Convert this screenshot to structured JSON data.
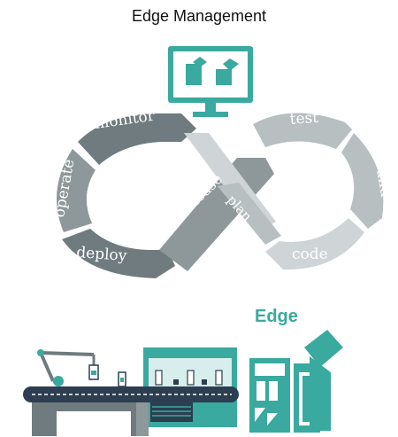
{
  "title": "Edge Management",
  "cycle": {
    "stages": [
      "monitor",
      "operate",
      "deploy",
      "release",
      "plan",
      "test",
      "build",
      "code"
    ]
  },
  "edge_label": "Edge",
  "colors": {
    "teal": "#3aa99f",
    "dark_gray": "#6f7b7e",
    "mid_gray": "#8e989a",
    "light_gray": "#b7bfc1",
    "lighter_gray": "#cfd5d6",
    "navy": "#2c3e4f"
  },
  "icons": [
    "monitor-icon",
    "robot-arm-icon",
    "conveyor-belt-icon",
    "bottle-icon",
    "machine-icon",
    "edge-device-icon"
  ]
}
